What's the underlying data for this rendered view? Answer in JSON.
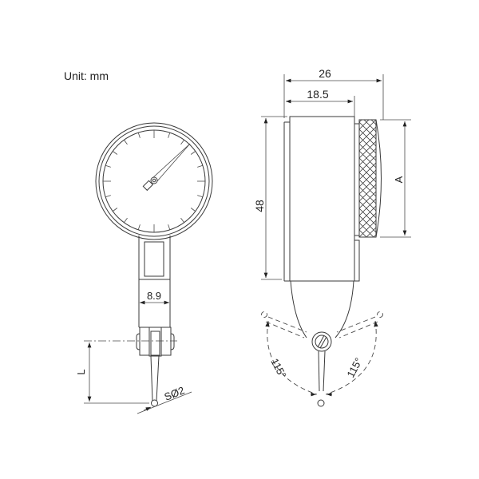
{
  "header": {
    "unit_label": "Unit: mm"
  },
  "front_view": {
    "width_dim": "8.9",
    "length_dim": "L",
    "ball_dim": "SØ2"
  },
  "side_view": {
    "overall_width_dim": "26",
    "body_width_dim": "18.5",
    "height_dim": "48",
    "cap_dim": "A",
    "angle_left": "115°",
    "angle_right": "115°"
  },
  "colors": {
    "line": "#3a3a3a",
    "background": "#ffffff"
  }
}
